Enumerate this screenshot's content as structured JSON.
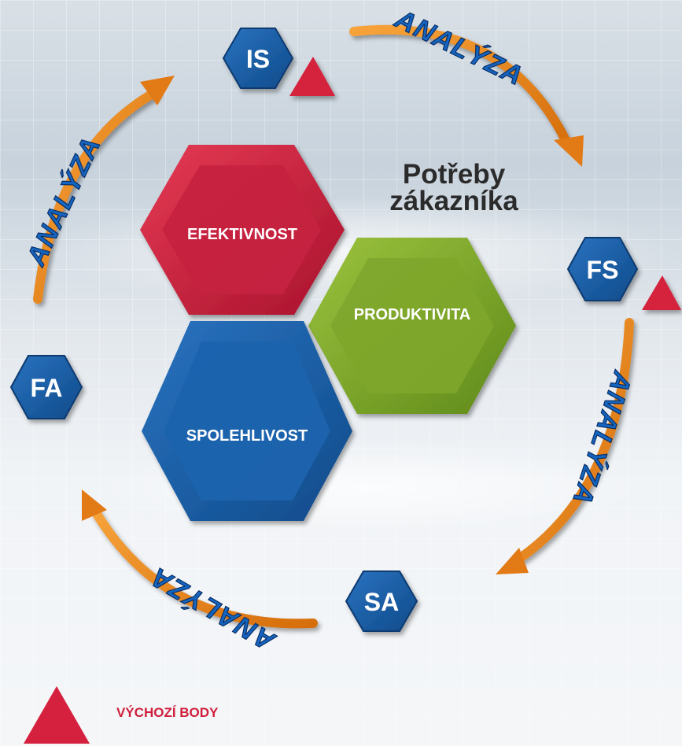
{
  "title_line1": "Potřeby",
  "title_line2": "zákazníka",
  "center_hexes": {
    "efficiency": "EFEKTIVNOST",
    "productivity": "PRODUKTIVITA",
    "reliability": "SPOLEHLIVOST"
  },
  "nodes": {
    "is": "IS",
    "fs": "FS",
    "sa": "SA",
    "fa": "FA"
  },
  "arrow_label": "ANALÝZA",
  "legend": {
    "label": "VÝCHOZÍ BODY"
  },
  "colors": {
    "red": "#c8203f",
    "green": "#7aa22a",
    "blue": "#1a5fa8",
    "orange": "#f08c1e",
    "arrow_text": "#1565c0"
  }
}
